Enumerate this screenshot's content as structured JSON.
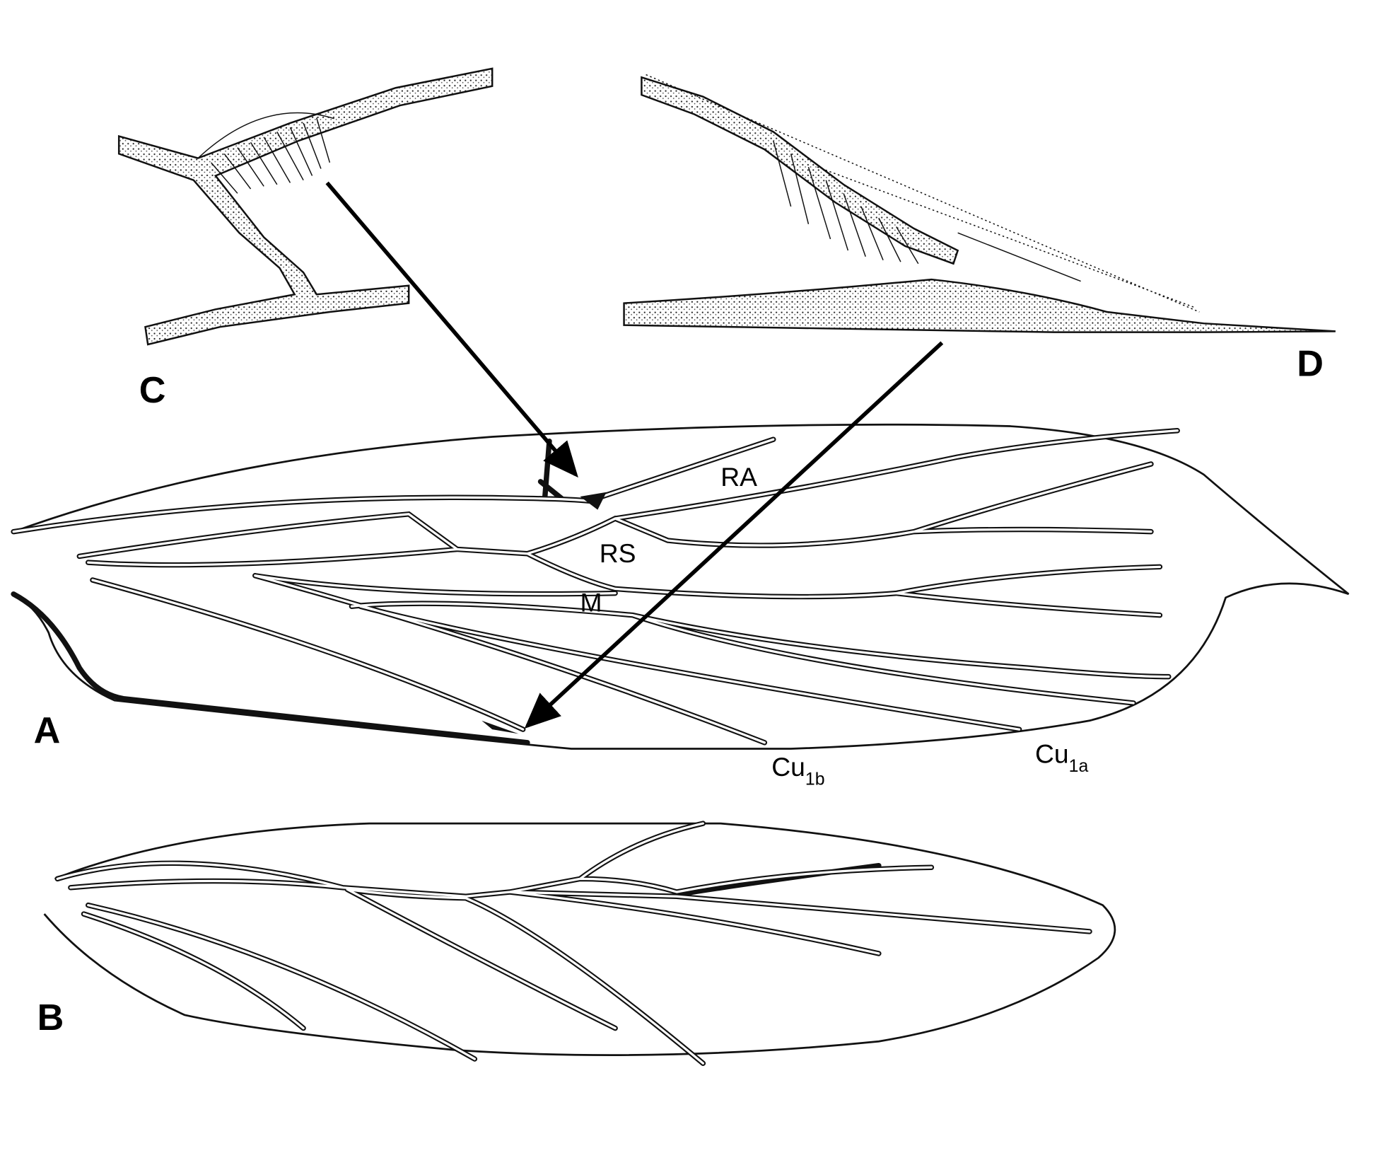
{
  "figure": {
    "panels": {
      "a": "A",
      "b": "B",
      "c": "C",
      "d": "D"
    },
    "vein_labels": {
      "ra": "RA",
      "rs": "RS",
      "m": "M",
      "cu1b_base": "Cu",
      "cu1b_sub": "1b",
      "cu1a_base": "Cu",
      "cu1a_sub": "1a"
    }
  }
}
